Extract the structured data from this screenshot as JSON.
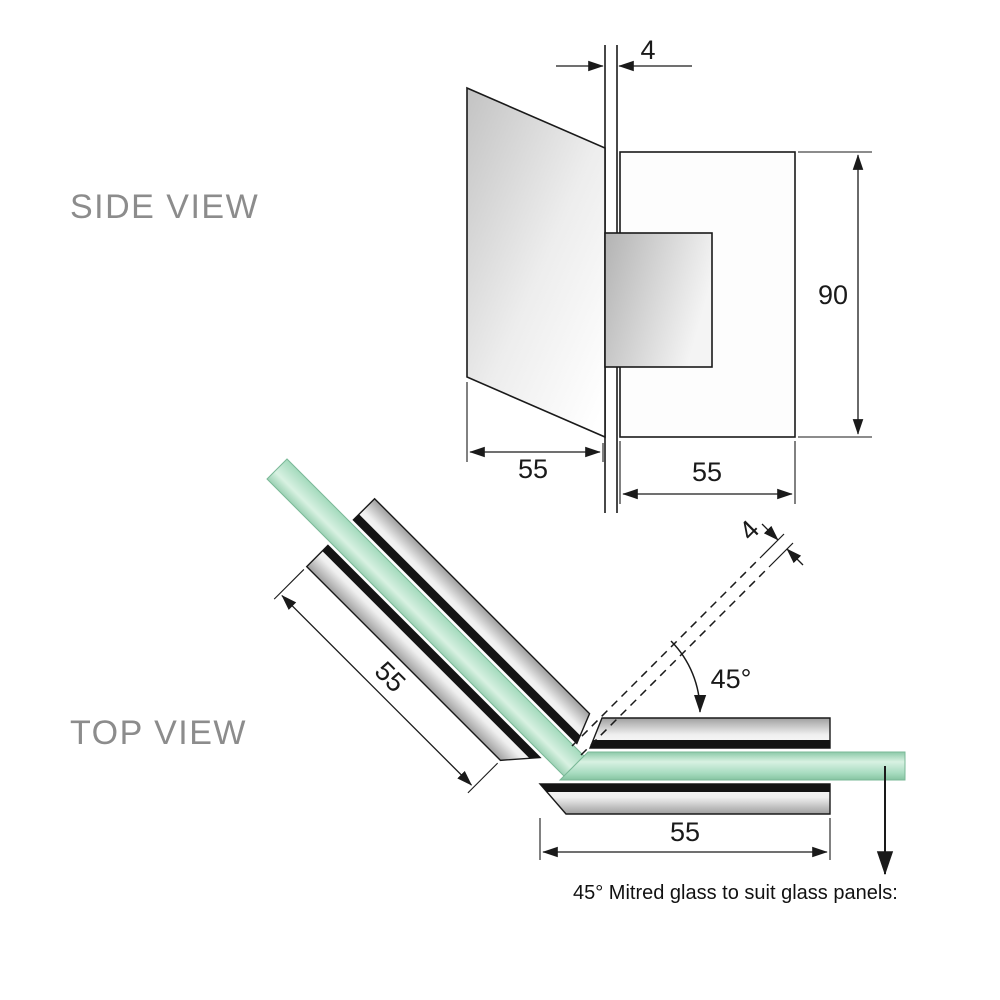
{
  "labels": {
    "side_view": "SIDE VIEW",
    "top_view": "TOP VIEW"
  },
  "side_view": {
    "glass_thickness": "4",
    "hinge_height": "90",
    "panel_depth": "55",
    "plate_width": "55"
  },
  "top_view": {
    "mitre_gap": "4",
    "mitre_angle": "45°",
    "diagonal_plate_length": "55",
    "horizontal_plate_length": "55",
    "caption": "45° Mitred glass to suit glass panels:"
  },
  "colors": {
    "line": "#1a1a1a",
    "glass_green": "#aadcbf",
    "label_gray": "#8c8c8c"
  }
}
